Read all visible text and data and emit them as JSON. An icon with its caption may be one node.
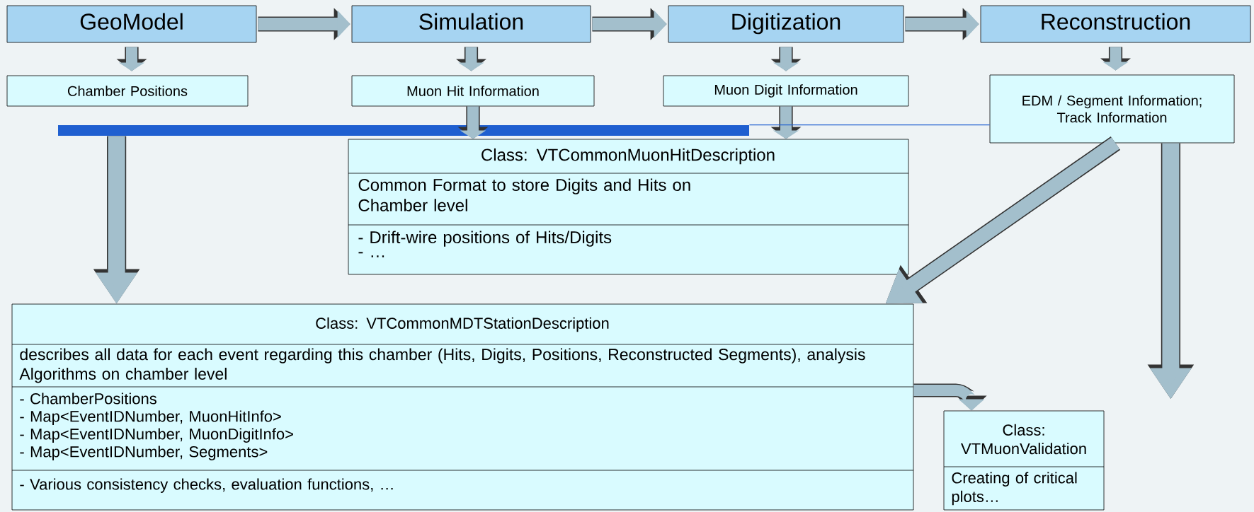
{
  "diagram": {
    "nodes": [
      {
        "text": [
          "GeoModel"
        ]
      },
      {
        "text": [
          "Simulation"
        ]
      },
      {
        "text": [
          "Digitization"
        ]
      },
      {
        "text": [
          "Reconstruction"
        ]
      },
      {
        "text": [
          "Chamber Positions"
        ]
      },
      {
        "text": [
          "Muon Hit Information"
        ]
      },
      {
        "text": [
          "Muon Digit Information"
        ]
      },
      {
        "text": [
          "EDM / Segment Information; Track Information"
        ]
      },
      {
        "text": [],
        "shape": "bar"
      },
      {
        "text": [
          "Class: VTCommonMuonHitDescription",
          "Common Format to store Digits and Hits on Chamber level",
          "- Drift-wire positions of Hits/Digits",
          "- …"
        ]
      },
      {
        "text": [
          "Class: VTCommonMDTStationDescription",
          "describes all data for each event regarding this chamber (Hits, Digits, Positions, Reconstructed Segments), analysis Algorithms on chamber level",
          "- ChamberPositions",
          "- Map<EventIDNumber, MuonHitInfo>",
          "- Map<EventIDNumber, MuonDigitInfo>",
          "- Map<EventIDNumber, Segments>",
          "- Various consistency checks, evaluation functions, …"
        ]
      },
      {
        "text": [
          "Class: VTMuonValidation",
          "Creating of critical plots…"
        ]
      }
    ],
    "edges": [
      {
        "from": 0,
        "to": 1,
        "arrow": "to"
      },
      {
        "from": 1,
        "to": 2,
        "arrow": "to"
      },
      {
        "from": 2,
        "to": 3,
        "arrow": "to"
      },
      {
        "from": 0,
        "to": 4,
        "arrow": "to"
      },
      {
        "from": 1,
        "to": 5,
        "arrow": "to"
      },
      {
        "from": 2,
        "to": 6,
        "arrow": "to"
      },
      {
        "from": 3,
        "to": 7,
        "arrow": "to"
      },
      {
        "from": 5,
        "to": 9,
        "arrow": "to"
      },
      {
        "from": 6,
        "to": 9,
        "arrow": "to"
      },
      {
        "from": 7,
        "to": 8,
        "arrow": "none",
        "color": "#2060d0"
      },
      {
        "from": 8,
        "to": 10,
        "arrow": "to"
      },
      {
        "from": 7,
        "to": 10,
        "arrow": "to"
      },
      {
        "from": 7,
        "to": null,
        "arrow": "to"
      },
      {
        "from": 10,
        "to": 11,
        "arrow": "to"
      }
    ]
  }
}
